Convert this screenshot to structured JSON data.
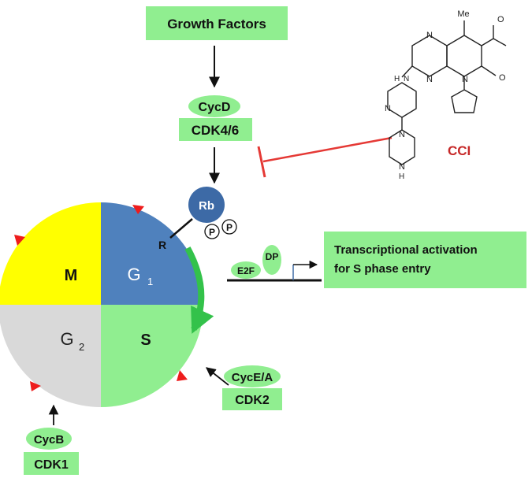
{
  "growth_factors": "Growth Factors",
  "cycd": "CycD",
  "cdk46": "CDK4/6",
  "drug": "CCI",
  "rb": "Rb",
  "phospho": "P",
  "r_point": "R",
  "phase_m": "M",
  "phase_g1": "G",
  "phase_g1_sub": "1",
  "phase_s": "S",
  "phase_g2": "G",
  "phase_g2_sub": "2",
  "e2f": "E2F",
  "dp": "DP",
  "transcription_line1": "Transcriptional activation",
  "transcription_line2": "for  S phase entry",
  "cyce_a": "CycE/A",
  "cdk2": "CDK2",
  "cycb": "CycB",
  "cdk1": "CDK1",
  "mol_labels": {
    "me": "Me",
    "n": "N",
    "h": "H",
    "o": "O"
  },
  "colors": {
    "box_green": "#90ee90",
    "phase_m": "#ffff00",
    "phase_g1": "#4f81bd",
    "phase_s": "#90ee90",
    "phase_g2": "#d9d9d9",
    "rb": "#3d6aa6",
    "inhibit": "#e53935",
    "marker": "#ee1c1c",
    "drug_label": "#c62828"
  }
}
